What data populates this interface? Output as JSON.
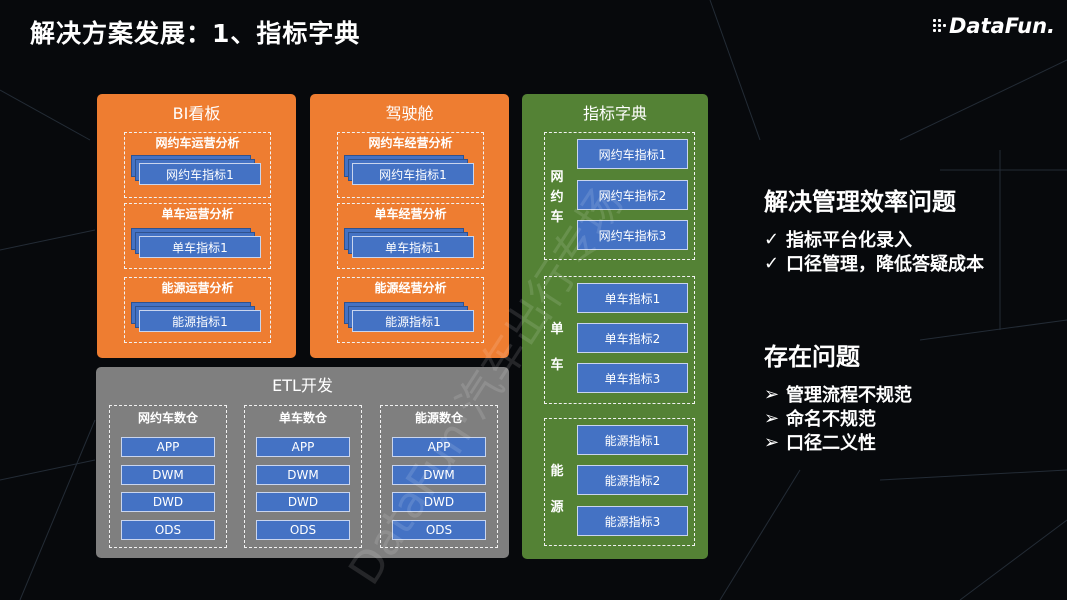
{
  "slide": {
    "title": "解决方案发展：1、指标字典",
    "logo_text": "DataFun.",
    "watermark": "DataFun·汽车出行专场"
  },
  "bi_board": {
    "title": "BI看板",
    "groups": [
      {
        "label": "网约车运营分析",
        "item": "网约车指标1"
      },
      {
        "label": "单车运营分析",
        "item": "单车指标1"
      },
      {
        "label": "能源运营分析",
        "item": "能源指标1"
      }
    ]
  },
  "cockpit": {
    "title": "驾驶舱",
    "groups": [
      {
        "label": "网约车经营分析",
        "item": "网约车指标1"
      },
      {
        "label": "单车经营分析",
        "item": "单车指标1"
      },
      {
        "label": "能源经营分析",
        "item": "能源指标1"
      }
    ]
  },
  "etl": {
    "title": "ETL开发",
    "warehouses": [
      {
        "label": "网约车数仓",
        "layers": [
          "APP",
          "DWM",
          "DWD",
          "ODS"
        ]
      },
      {
        "label": "单车数仓",
        "layers": [
          "APP",
          "DWM",
          "DWD",
          "ODS"
        ]
      },
      {
        "label": "能源数仓",
        "layers": [
          "APP",
          "DWM",
          "DWD",
          "ODS"
        ]
      }
    ]
  },
  "dictionary": {
    "title": "指标字典",
    "groups": [
      {
        "label": "网约车",
        "items": [
          "网约车指标1",
          "网约车指标2",
          "网约车指标3"
        ]
      },
      {
        "label": "单车",
        "items": [
          "单车指标1",
          "单车指标2",
          "单车指标3"
        ]
      },
      {
        "label": "能源",
        "items": [
          "能源指标1",
          "能源指标2",
          "能源指标3"
        ]
      }
    ]
  },
  "solve": {
    "heading": "解决管理效率问题",
    "marker": "✓",
    "items": [
      "指标平台化录入",
      "口径管理，降低答疑成本"
    ]
  },
  "issues": {
    "heading": "存在问题",
    "marker": "➢",
    "items": [
      "管理流程不规范",
      "命名不规范",
      "口径二义性"
    ]
  },
  "colors": {
    "background": "#07090c",
    "orange_panel": "#ee7d31",
    "gray_panel": "#7f7f7f",
    "green_panel": "#548235",
    "blue_box": "#4472c4"
  }
}
